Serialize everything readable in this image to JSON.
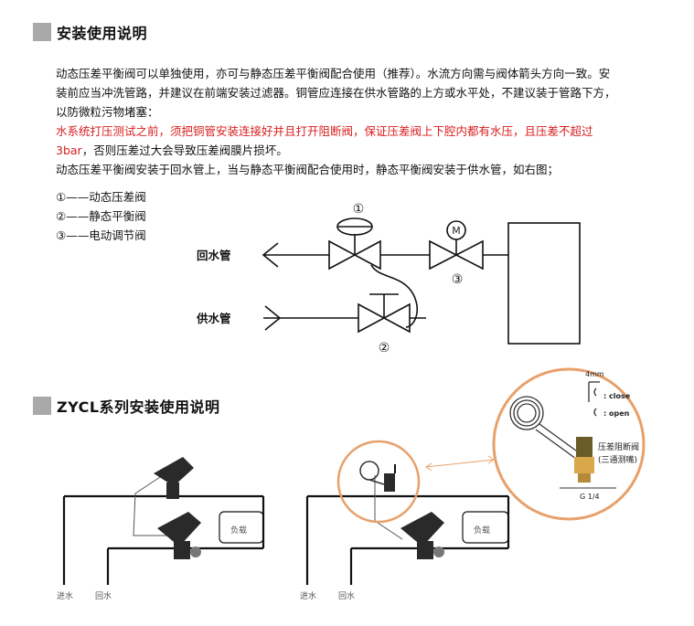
{
  "section1": {
    "title": "安装使用说明",
    "para1": "动态压差平衡阀可以单独使用，亦可与静态压差平衡阀配合使用（推荐）。水流方向需与阀体箭头方向一致。安装前应当冲洗管路，并建议在前端安装过滤器。铜管应连接在供水管路的上方或水平处，不建议装于管路下方，以防微粒污物堵塞：",
    "para2_red": "水系统打压测试之前，须把铜管安装连接好并且打开阻断阀，保证压差阀上下腔内都有水压，且压差不超过3bar",
    "para2_tail": "，否则压差过大会导致压差阀膜片损坏。",
    "para3": "动态压差平衡阀安装于回水管上，当与静态平衡阀配合使用时，静态平衡阀安装于供水管，如右图；",
    "legend": [
      "①——动态压差阀",
      "②——静态平衡阀",
      "③——电动调节阀"
    ]
  },
  "diagram1": {
    "return_label": "回水管",
    "supply_label": "供水管",
    "mark_1": "①",
    "mark_2": "②",
    "mark_3": "③",
    "motor_letter": "M"
  },
  "section2": {
    "title": "ZYCL系列安装使用说明"
  },
  "diagram2": {
    "left": {
      "load_label": "负载",
      "inlet_label": "进水",
      "return_label": "回水"
    },
    "right": {
      "load_label": "负载",
      "inlet_label": "进水",
      "return_label": "回水"
    },
    "zoom": {
      "size_label": "4mm",
      "close_label": ": close",
      "open_label": ": open",
      "valve_label_1": "压差阻断阀",
      "valve_label_2": "(三通测嘴)",
      "thread_label": "G 1/4"
    },
    "accent_color": "#e8a06a"
  }
}
